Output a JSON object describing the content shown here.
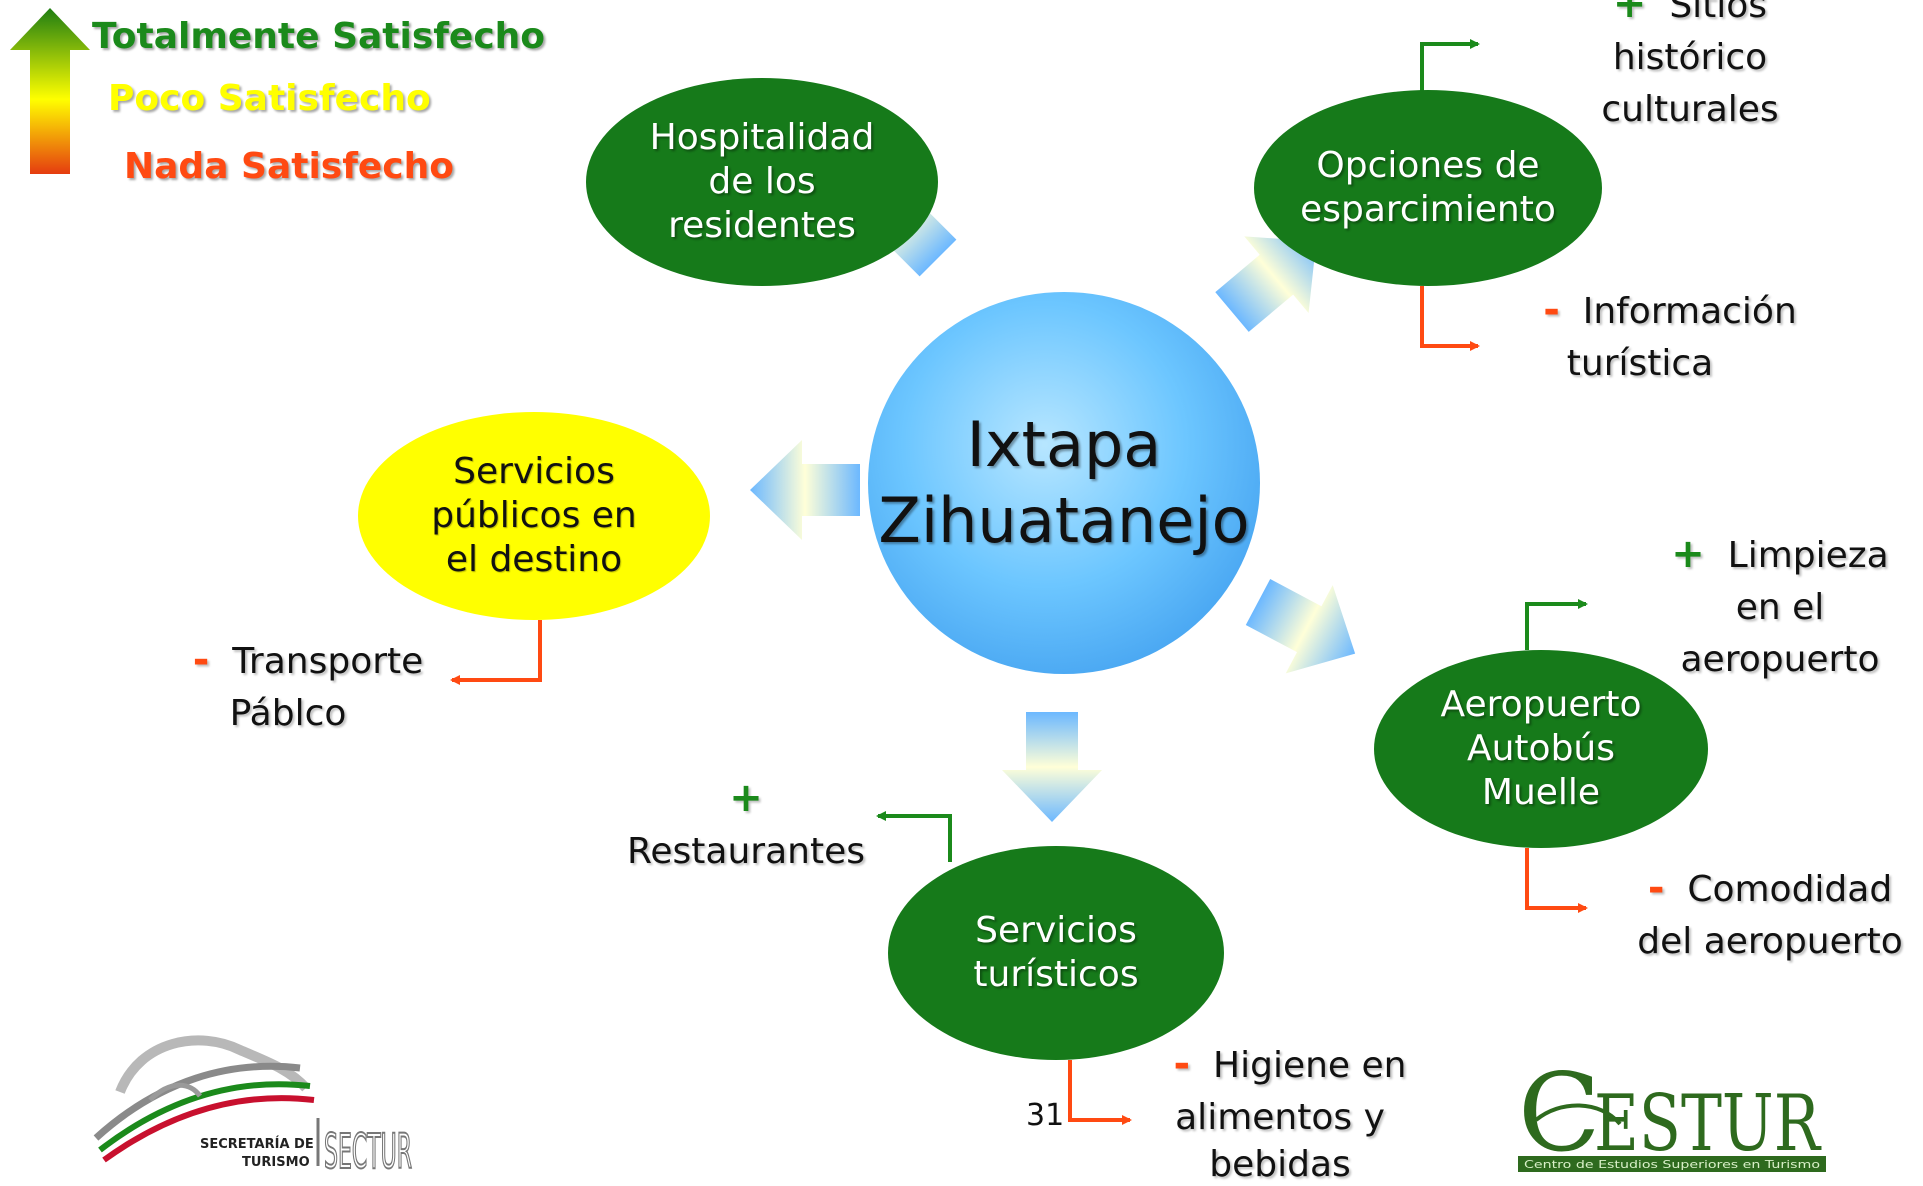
{
  "legend": {
    "high": "Totalmente Satisfecho",
    "mid": "Poco Satisfecho",
    "low": "Nada Satisfecho",
    "colors": {
      "high": "#1b8a1b",
      "mid": "#ffff00",
      "low": "#ff4a12"
    }
  },
  "center": {
    "line1": "Ixtapa",
    "line2": "Zihuatanejo"
  },
  "nodes": {
    "hospitalidad": {
      "lines": [
        "Hospitalidad",
        "de los",
        "residentes"
      ]
    },
    "esparcimiento": {
      "lines": [
        "Opciones de",
        "esparcimiento"
      ]
    },
    "servicios_publicos": {
      "lines": [
        "Servicios",
        "públicos en",
        "el destino"
      ]
    },
    "aeropuerto": {
      "lines": [
        "Aeropuerto",
        "Autobús",
        "Muelle"
      ]
    },
    "servicios_turisticos": {
      "lines": [
        "Servicios",
        "turísticos"
      ]
    }
  },
  "attributes": {
    "sitios": {
      "sign": "+",
      "lines": [
        "Sitios histórico",
        "culturales"
      ]
    },
    "informacion": {
      "sign": "-",
      "lines": [
        "Información",
        "turística"
      ]
    },
    "transporte": {
      "sign": "-",
      "lines": [
        "Transporte",
        "Páblco"
      ]
    },
    "limpieza": {
      "sign": "+",
      "lines": [
        "Limpieza",
        "en el",
        "aeropuerto"
      ]
    },
    "comodidad": {
      "sign": "-",
      "lines": [
        "Comodidad",
        "del aeropuerto"
      ]
    },
    "restaurantes": {
      "sign": "+",
      "lines": [
        "Restaurantes"
      ]
    },
    "higiene": {
      "sign": "-",
      "lines": [
        "Higiene en",
        "alimentos y",
        "bebidas"
      ]
    }
  },
  "page_number": "31",
  "logos": {
    "sectur": {
      "line1": "SECRETARÍA DE",
      "line2": "TURISMO",
      "brand": "SECTUR"
    },
    "cestur": {
      "brand": "ESTUR",
      "initial": "C",
      "subtitle": "Centro de Estudios Superiores en Turismo"
    }
  },
  "colors": {
    "green_node": "#167a1a",
    "yellow_node": "#ffff00",
    "connector_green": "#1b8a1b",
    "connector_red": "#ff4a12"
  }
}
